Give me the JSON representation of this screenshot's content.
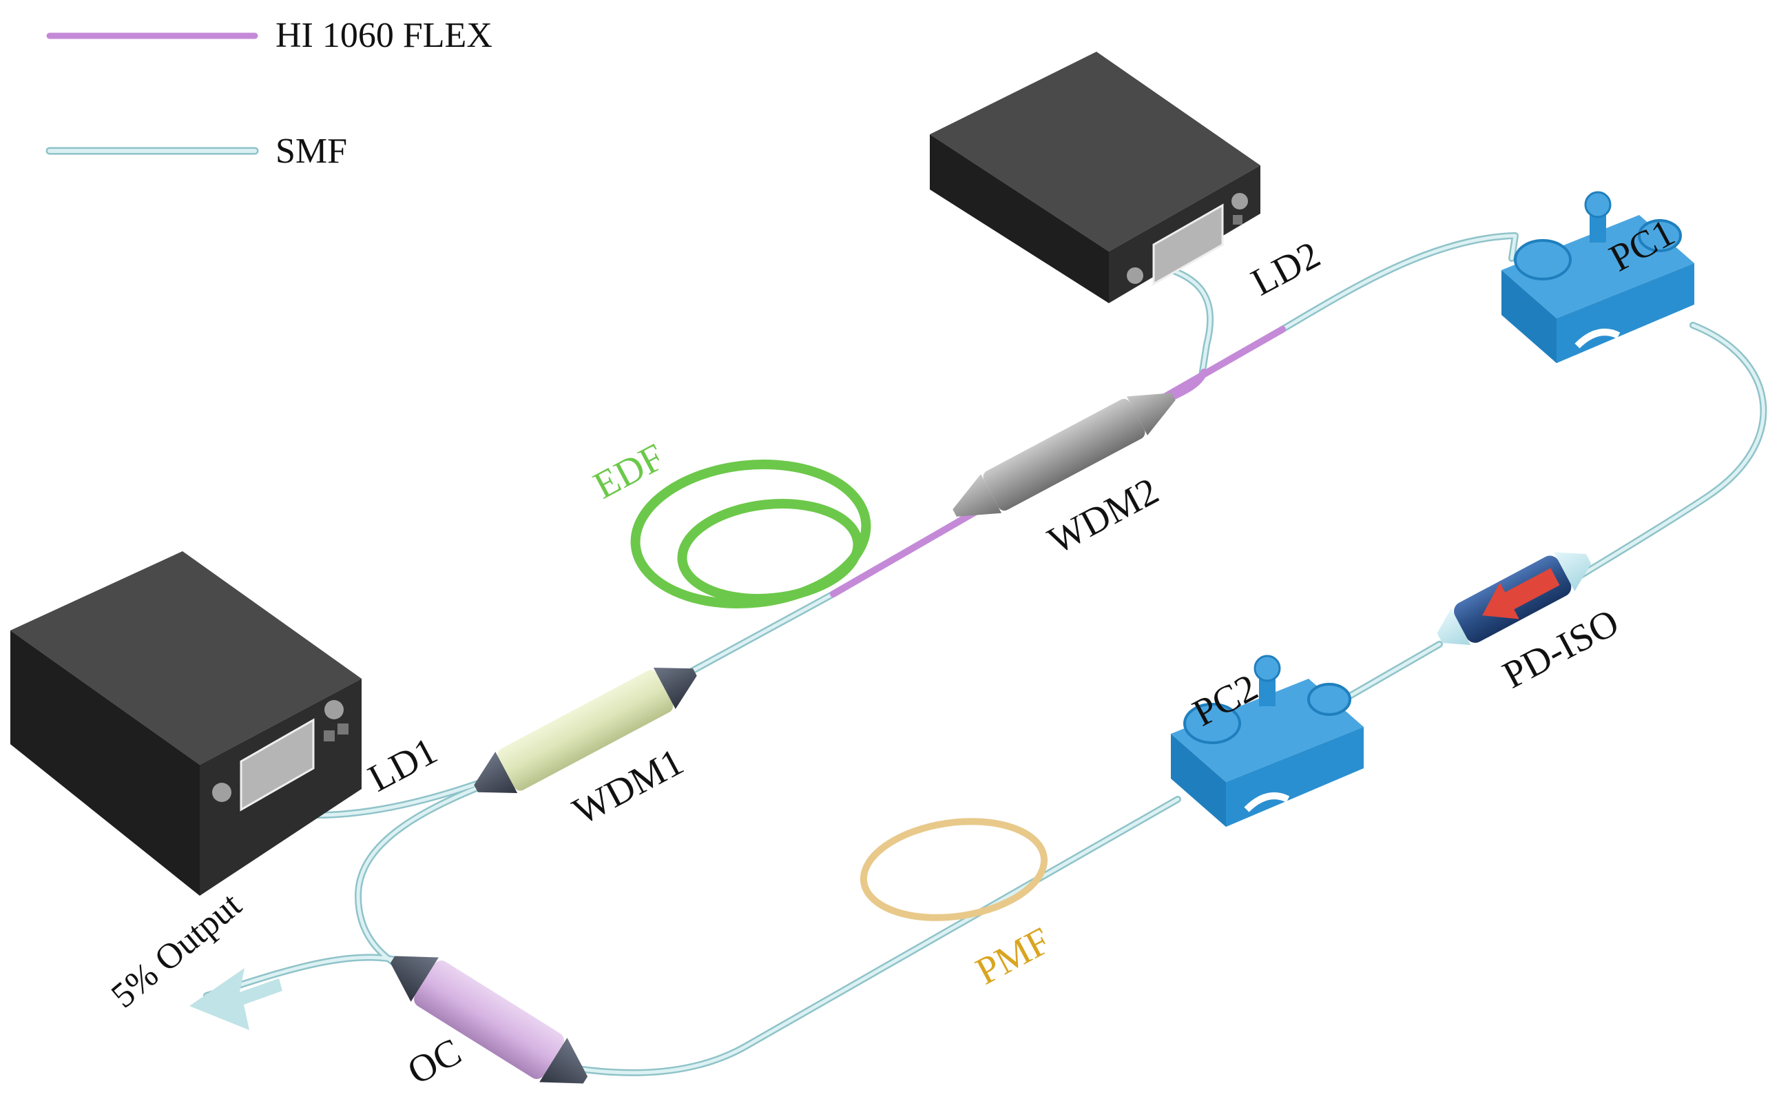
{
  "legend": {
    "items": [
      {
        "label": "HI 1060 FLEX",
        "color": "#c48ad8"
      },
      {
        "label": "SMF",
        "color": "#bfe3e6"
      }
    ]
  },
  "labels": {
    "ld1": "LD1",
    "ld2": "LD2",
    "wdm1": "WDM1",
    "wdm2": "WDM2",
    "edf": "EDF",
    "pc1": "PC1",
    "pc2": "PC2",
    "pd_iso": "PD-ISO",
    "pmf": "PMF",
    "oc": "OC",
    "output": "5% Output"
  },
  "colors": {
    "smf": "#bfe3e6",
    "hi1060": "#c48ad8",
    "edf": "#6cc84a",
    "edf_label": "#6cc84a",
    "pmf": "#e8c98a",
    "pmf_label": "#d9a520",
    "controller": "#2a8fd0",
    "wdm1_body": "#dde5b8",
    "wdm2_body": "#9c9c9c",
    "oc_body": "#d6b4e2",
    "isolator_body": "#2b4f86",
    "isolator_arrow": "#e0463a",
    "laser_box": "#222222"
  },
  "icons": {
    "laser_diode": "laser-diode-box-icon",
    "polarization_controller": "polarization-controller-icon",
    "coupler": "fiber-coupler-icon",
    "isolator": "isolator-icon",
    "output_arrow": "output-arrow-icon"
  }
}
